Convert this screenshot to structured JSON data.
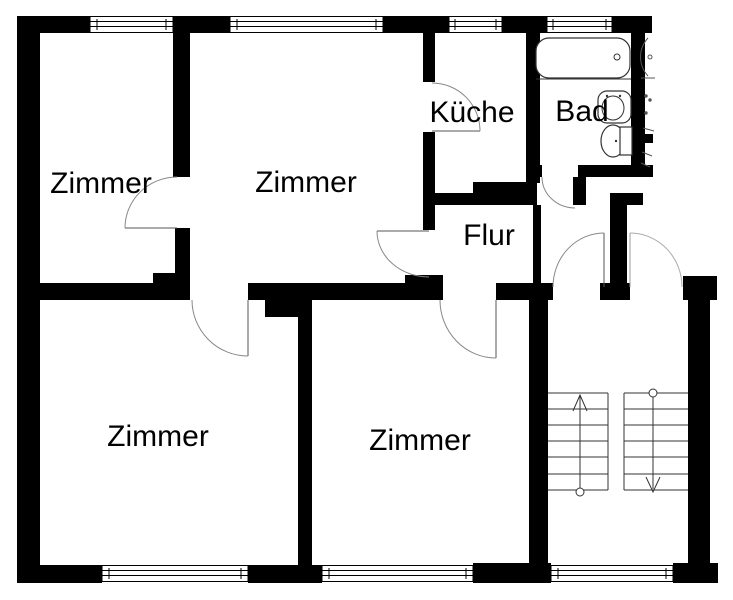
{
  "plan": {
    "type": "apartment-floor-plan",
    "language": "de"
  },
  "rooms": [
    {
      "id": "zimmer-top-left",
      "label": "Zimmer"
    },
    {
      "id": "zimmer-middle",
      "label": "Zimmer"
    },
    {
      "id": "kueche",
      "label": "Küche"
    },
    {
      "id": "bad",
      "label": "Bad"
    },
    {
      "id": "flur",
      "label": "Flur"
    },
    {
      "id": "zimmer-bottom-left",
      "label": "Zimmer"
    },
    {
      "id": "zimmer-bottom-right",
      "label": "Zimmer"
    }
  ],
  "fixtures": [
    {
      "name": "bathtub-icon",
      "room": "Bad"
    },
    {
      "name": "sink-icon",
      "room": "Bad"
    },
    {
      "name": "toilet-icon",
      "room": "Bad"
    },
    {
      "name": "staircase-icon",
      "room": "stairwell",
      "annotations": [
        "up-arrow",
        "down-arrow"
      ]
    }
  ],
  "windows": {
    "top_wall": 4,
    "bottom_wall": 3
  },
  "doors": 8,
  "colors": {
    "wall": "#000000",
    "background": "#ffffff",
    "text": "#000000",
    "door_arc": "#888888",
    "fixture_line": "#333333"
  }
}
